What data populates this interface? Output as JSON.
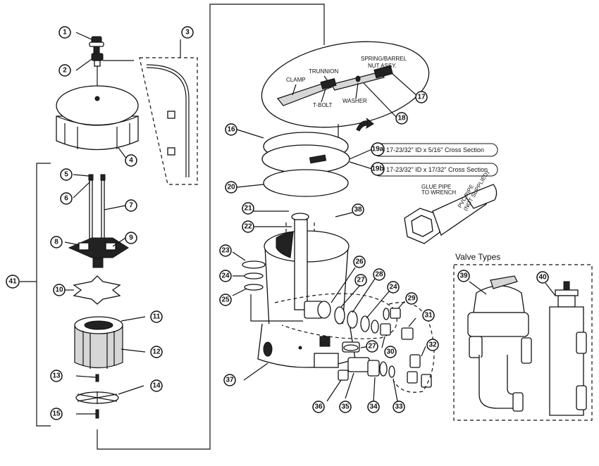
{
  "callouts": {
    "c1": "1",
    "c2": "2",
    "c3": "3",
    "c4": "4",
    "c5": "5",
    "c6": "6",
    "c7": "7",
    "c8": "8",
    "c9": "9",
    "c10": "10",
    "c11": "11",
    "c12": "12",
    "c13": "13",
    "c14": "14",
    "c15": "15",
    "c16": "16",
    "c17": "17",
    "c18": "18",
    "c19a": "19a",
    "c19b": "19b",
    "c20": "20",
    "c21": "21",
    "c22": "22",
    "c23": "23",
    "c24a": "24",
    "c24b": "24",
    "c25": "25",
    "c26": "26",
    "c27a": "27",
    "c27b": "27",
    "c28": "28",
    "c29": "29",
    "c30": "30",
    "c31": "31",
    "c32": "32",
    "c33": "33",
    "c34": "34",
    "c35": "35",
    "c36": "36",
    "c37": "37",
    "c38": "38",
    "c39": "39",
    "c40": "40",
    "c41": "41"
  },
  "clamp_detail": {
    "spring_label_1": "SPRING/BARREL",
    "spring_label_2": "NUT ASSY.",
    "trunnion": "TRUNNION",
    "clamp": "CLAMP",
    "t_bolt": "T-BOLT",
    "washer": "WASHER"
  },
  "oring_specs": {
    "spec_19a": "17-23/32\" ID x 5/16\" Cross Section",
    "spec_19b": "17-23/32\" ID x 17/32\" Cross Section"
  },
  "wrench": {
    "note_1": "GLUE PIPE",
    "note_2": "TO WRENCH",
    "pipe_1": "PVC PIPE",
    "pipe_2": "(NOT SUPPLIED)"
  },
  "valve_types": {
    "title": "Valve Types"
  }
}
